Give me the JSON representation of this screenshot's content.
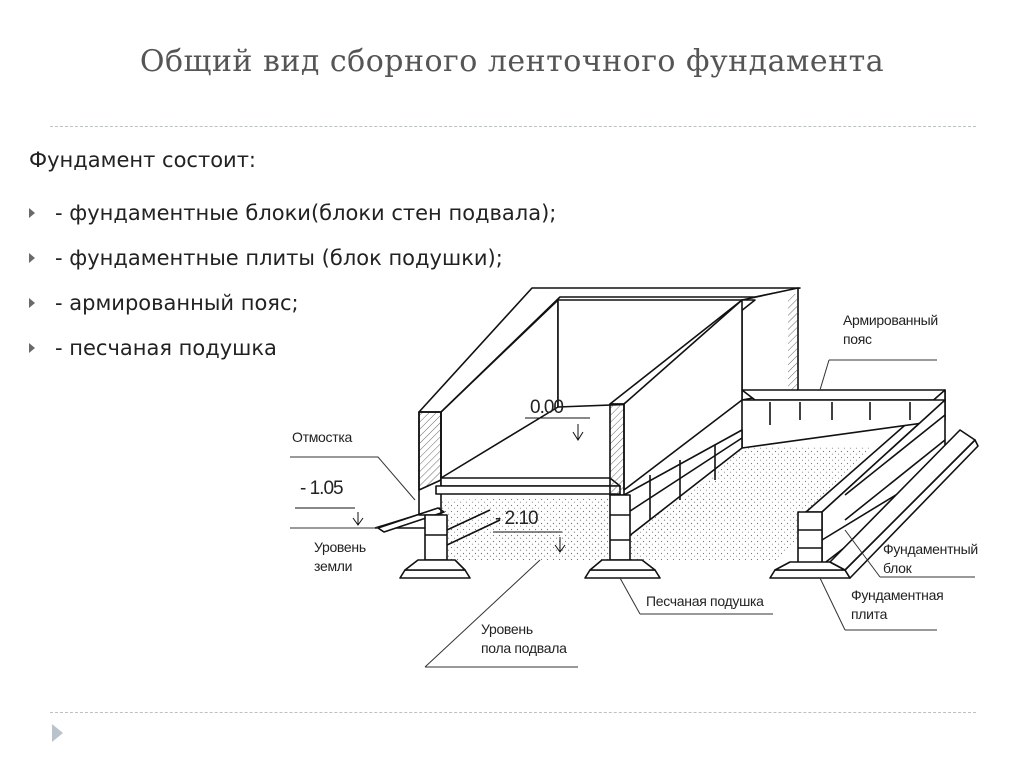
{
  "slide": {
    "title": "Общий вид сборного ленточного фундамента",
    "intro": "Фундамент состоит:",
    "bullets": [
      "- фундаментные блоки(блоки стен подвала);",
      "- фундаментные плиты (блок подушки);",
      "- армированный пояс;",
      "- песчаная подушка"
    ]
  },
  "diagram": {
    "labels": {
      "belt_line1": "Армированный",
      "belt_line2": "пояс",
      "blind_area": "Отмостка",
      "ground_line1": "Уровень",
      "ground_line2": "земли",
      "sand": "Песчаная подушка",
      "floor_line1": "Уровень",
      "floor_line2": "пола подвала",
      "block_line1": "Фундаментный",
      "block_line2": "блок",
      "slab_line1": "Фундаментная",
      "slab_line2": "плита"
    },
    "levels": {
      "zero": "0.00",
      "ground": "- 1.05",
      "floor": "- 2.10"
    }
  }
}
